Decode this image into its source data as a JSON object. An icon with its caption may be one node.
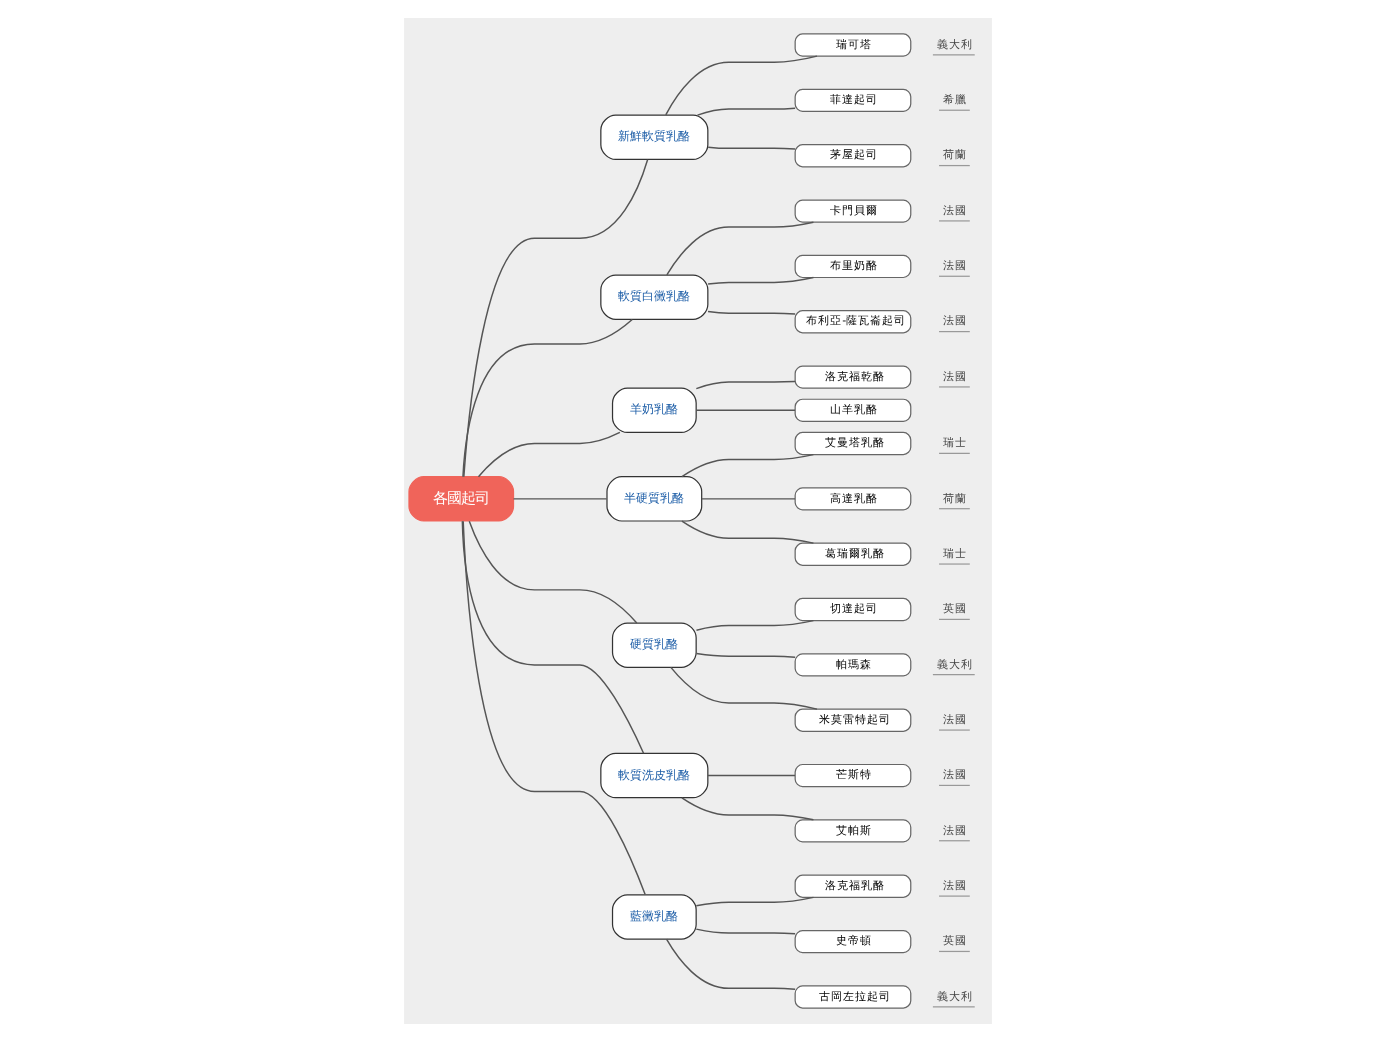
{
  "diagram": {
    "nodes": [
      {
        "text": [
          "各國起司"
        ]
      },
      {
        "text": [
          "新鮮軟質乳酪"
        ]
      },
      {
        "text": [
          "瑞可塔"
        ],
        "beside": [
          "義大利"
        ]
      },
      {
        "text": [
          "菲達起司"
        ],
        "beside": [
          "希臘"
        ]
      },
      {
        "text": [
          "茅屋起司"
        ],
        "beside": [
          "荷蘭"
        ]
      },
      {
        "text": [
          "軟質白黴乳酪"
        ]
      },
      {
        "text": [
          "卡門貝爾"
        ],
        "beside": [
          "法國"
        ]
      },
      {
        "text": [
          "布里奶酪"
        ],
        "beside": [
          "法國"
        ]
      },
      {
        "text": [
          "布利亞-薩瓦崙起司"
        ],
        "beside": [
          "法國"
        ]
      },
      {
        "text": [
          "羊奶乳酪"
        ]
      },
      {
        "text": [
          "洛克福乾酪"
        ],
        "beside": [
          "法國"
        ]
      },
      {
        "text": [
          "山羊乳酪"
        ]
      },
      {
        "text": [
          "半硬質乳酪"
        ]
      },
      {
        "text": [
          "艾曼塔乳酪"
        ],
        "beside": [
          "瑞士"
        ]
      },
      {
        "text": [
          "高達乳酪"
        ],
        "beside": [
          "荷蘭"
        ]
      },
      {
        "text": [
          "葛瑞爾乳酪"
        ],
        "beside": [
          "瑞士"
        ]
      },
      {
        "text": [
          "硬質乳酪"
        ]
      },
      {
        "text": [
          "切達起司"
        ],
        "beside": [
          "英國"
        ]
      },
      {
        "text": [
          "帕瑪森"
        ],
        "beside": [
          "義大利"
        ]
      },
      {
        "text": [
          "米莫雷特起司"
        ],
        "beside": [
          "法國"
        ]
      },
      {
        "text": [
          "軟質洗皮乳酪"
        ]
      },
      {
        "text": [
          "芒斯特"
        ],
        "beside": [
          "法國"
        ]
      },
      {
        "text": [
          "艾帕斯"
        ],
        "beside": [
          "法國"
        ]
      },
      {
        "text": [
          "藍黴乳酪"
        ]
      },
      {
        "text": [
          "洛克福乳酪"
        ],
        "beside": [
          "法國"
        ]
      },
      {
        "text": [
          "史帝頓"
        ],
        "beside": [
          "英國"
        ]
      },
      {
        "text": [
          "古岡左拉起司"
        ],
        "beside": [
          "義大利"
        ]
      }
    ],
    "edges": [
      {
        "from": 0,
        "to": 1,
        "arrow": "none"
      },
      {
        "from": 1,
        "to": 2,
        "arrow": "none"
      },
      {
        "from": 1,
        "to": 3,
        "arrow": "none"
      },
      {
        "from": 1,
        "to": 4,
        "arrow": "none"
      },
      {
        "from": 0,
        "to": 5,
        "arrow": "none"
      },
      {
        "from": 5,
        "to": 6,
        "arrow": "none"
      },
      {
        "from": 5,
        "to": 7,
        "arrow": "none"
      },
      {
        "from": 5,
        "to": 8,
        "arrow": "none"
      },
      {
        "from": 0,
        "to": 9,
        "arrow": "none"
      },
      {
        "from": 9,
        "to": 10,
        "arrow": "none"
      },
      {
        "from": 9,
        "to": 11,
        "arrow": "none"
      },
      {
        "from": 0,
        "to": 12,
        "arrow": "none"
      },
      {
        "from": 12,
        "to": 13,
        "arrow": "none"
      },
      {
        "from": 12,
        "to": 14,
        "arrow": "none"
      },
      {
        "from": 12,
        "to": 15,
        "arrow": "none"
      },
      {
        "from": 0,
        "to": 16,
        "arrow": "none"
      },
      {
        "from": 16,
        "to": 17,
        "arrow": "none"
      },
      {
        "from": 16,
        "to": 18,
        "arrow": "none"
      },
      {
        "from": 16,
        "to": 19,
        "arrow": "none"
      },
      {
        "from": 0,
        "to": 20,
        "arrow": "none"
      },
      {
        "from": 20,
        "to": 21,
        "arrow": "none"
      },
      {
        "from": 20,
        "to": 22,
        "arrow": "none"
      },
      {
        "from": 0,
        "to": 23,
        "arrow": "none"
      },
      {
        "from": 23,
        "to": 24,
        "arrow": "none"
      },
      {
        "from": 23,
        "to": 25,
        "arrow": "none"
      },
      {
        "from": 23,
        "to": 26,
        "arrow": "none"
      }
    ]
  }
}
